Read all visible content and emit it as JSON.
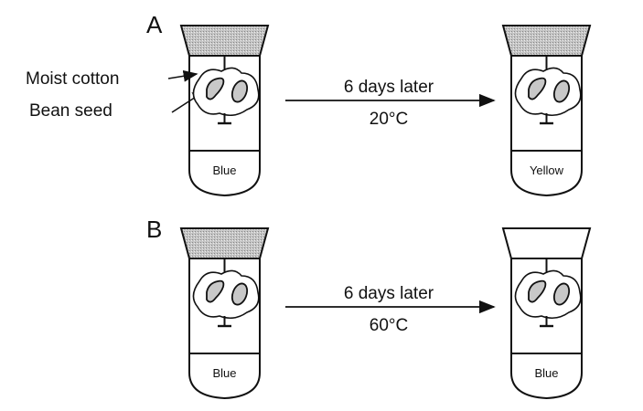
{
  "panels": [
    {
      "label": "A",
      "arrow_top": "6 days later",
      "arrow_bottom": "20°C",
      "before": {
        "liquid": "Blue",
        "stopper": "shaded"
      },
      "after": {
        "liquid": "Yellow",
        "stopper": "shaded"
      }
    },
    {
      "label": "B",
      "arrow_top": "6 days later",
      "arrow_bottom": "60°C",
      "before": {
        "liquid": "Blue",
        "stopper": "shaded"
      },
      "after": {
        "liquid": "Blue",
        "stopper": "plain"
      }
    }
  ],
  "callouts": {
    "cotton": "Moist cotton",
    "seed": "Bean seed"
  },
  "colors": {
    "ink": "#111111",
    "stopper_fill": "#bdbdbd",
    "seed_fill": "#c8c8c8"
  }
}
